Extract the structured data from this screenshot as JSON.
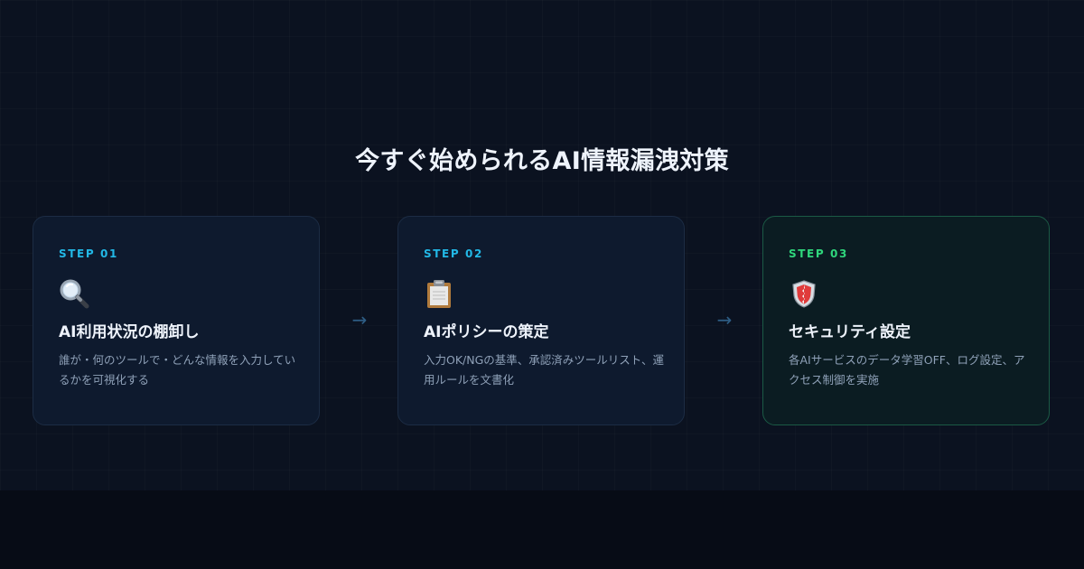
{
  "title": "今すぐ始められるAI情報漏洩対策",
  "arrow_glyph": "→",
  "steps": [
    {
      "label": "STEP 01",
      "icon": "magnifying-glass-icon",
      "title": "AI利用状況の棚卸し",
      "description": "誰が・何のツールで・どんな情報を入力しているかを可視化する"
    },
    {
      "label": "STEP 02",
      "icon": "clipboard-icon",
      "title": "AIポリシーの策定",
      "description": "入力OK/NGの基準、承認済みツールリスト、運用ルールを文書化"
    },
    {
      "label": "STEP 03",
      "icon": "shield-icon",
      "title": "セキュリティ設定",
      "description": "各AIサービスのデータ学習OFF、ログ設定、アクセス制御を実施"
    }
  ],
  "colors": {
    "step_accent": "#22b8e6",
    "step_accent_final": "#2fd67c",
    "final_card_border": "#1b5a45"
  }
}
